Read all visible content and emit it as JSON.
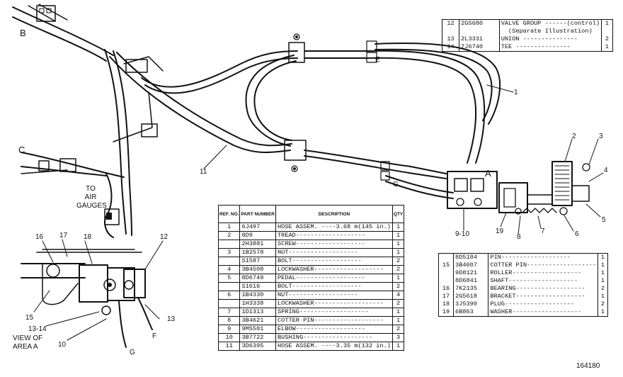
{
  "labels": {
    "B": "B",
    "C": "C",
    "A": "A",
    "to_air_gauges": [
      "TO",
      "AIR",
      "GAUGES"
    ],
    "view_area": [
      "VIEW OF",
      "AREA A"
    ],
    "drawing_no": "164180",
    "letter_f": "F",
    "letter_g_bottom": "G",
    "letter_g_mid": "G",
    "letter_e": "E"
  },
  "callouts": {
    "c1": "1",
    "c2": "2",
    "c3": "3",
    "c4": "4",
    "c5": "5",
    "c6": "6",
    "c7": "7",
    "c8": "8",
    "c9_10": "9-10",
    "c19": "19",
    "c11": "11",
    "c16": "16",
    "c17": "17",
    "c18": "18",
    "c12": "12",
    "c13": "13",
    "c15": "15",
    "c13_14": "13-14",
    "c10": "10"
  },
  "main_table": {
    "headers": {
      "ref": "REF. NO.",
      "part": "PART NUMBER",
      "desc": "DESCRIPTION",
      "qty": "QTY"
    },
    "rows": [
      {
        "ref": "1",
        "part": "6J497",
        "desc": "HOSE ASSEM.",
        "note": "3.68 m(145 in.)",
        "qty": "1"
      },
      {
        "ref": "2",
        "part": "8D9",
        "desc": "TREAD",
        "note": "",
        "qty": "1"
      },
      {
        "ref": "",
        "part": "2H3881",
        "desc": "SCREW",
        "note": "",
        "qty": "1"
      },
      {
        "ref": "3",
        "part": "1B2578",
        "desc": "NUT",
        "note": "",
        "qty": "1"
      },
      {
        "ref": "",
        "part": "S1587",
        "desc": "BOLT",
        "note": "",
        "qty": "2"
      },
      {
        "ref": "4",
        "part": "3B4508",
        "desc": "LOCKWASHER",
        "note": "",
        "qty": "2"
      },
      {
        "ref": "5",
        "part": "8D6749",
        "desc": "PEDAL",
        "note": "",
        "qty": "1"
      },
      {
        "ref": "",
        "part": "S1616",
        "desc": "BOLT",
        "note": "",
        "qty": "2"
      },
      {
        "ref": "6",
        "part": "1B4330",
        "desc": "NUT",
        "note": "",
        "qty": "4"
      },
      {
        "ref": "",
        "part": "1H3338",
        "desc": "LOCKWASHER",
        "note": "",
        "qty": "2"
      },
      {
        "ref": "7",
        "part": "1D1313",
        "desc": "SPRING",
        "note": "",
        "qty": "1"
      },
      {
        "ref": "8",
        "part": "3B4621",
        "desc": "COTTER PIN",
        "note": "",
        "qty": "1"
      },
      {
        "ref": "9",
        "part": "9M5501",
        "desc": "ELBOW",
        "note": "",
        "qty": "2"
      },
      {
        "ref": "10",
        "part": "3B7722",
        "desc": "BUSHING",
        "note": "",
        "qty": "3"
      },
      {
        "ref": "11",
        "part": "3D6395",
        "desc": "HOSE ASSEM.",
        "note": "3.35 m(132 in.)",
        "qty": "1"
      }
    ]
  },
  "top_table": {
    "rows": [
      {
        "ref": "12",
        "part": "2G5680",
        "desc": "VALVE GROUP",
        "note": "(control)",
        "qty": "1"
      },
      {
        "ref": "",
        "part": "",
        "desc": "",
        "note": "(Separate Illustration)",
        "qty": ""
      },
      {
        "ref": "13",
        "part": "2L3331",
        "desc": "UNION",
        "note": "",
        "qty": "2"
      },
      {
        "ref": "14",
        "part": "7J6740",
        "desc": "TEE",
        "note": "",
        "qty": "1"
      }
    ]
  },
  "right_table": {
    "rows": [
      {
        "ref": "",
        "part": "8D5184",
        "desc": "PIN",
        "qty": "1"
      },
      {
        "ref": "15",
        "part": "3B4607",
        "desc": "COTTER PIN",
        "qty": "1"
      },
      {
        "ref": "",
        "part": "9D8121",
        "desc": "ROLLER",
        "qty": "1"
      },
      {
        "ref": "",
        "part": "8D6841",
        "desc": "SHAFT",
        "qty": "1"
      },
      {
        "ref": "16",
        "part": "7K2135",
        "desc": "BEARING",
        "qty": "2"
      },
      {
        "ref": "17",
        "part": "2G5618",
        "desc": "BRACKET",
        "qty": "1"
      },
      {
        "ref": "18",
        "part": "3J5390",
        "desc": "PLUG",
        "qty": "2"
      },
      {
        "ref": "19",
        "part": "6B863",
        "desc": "WASHER",
        "qty": "1"
      }
    ]
  }
}
